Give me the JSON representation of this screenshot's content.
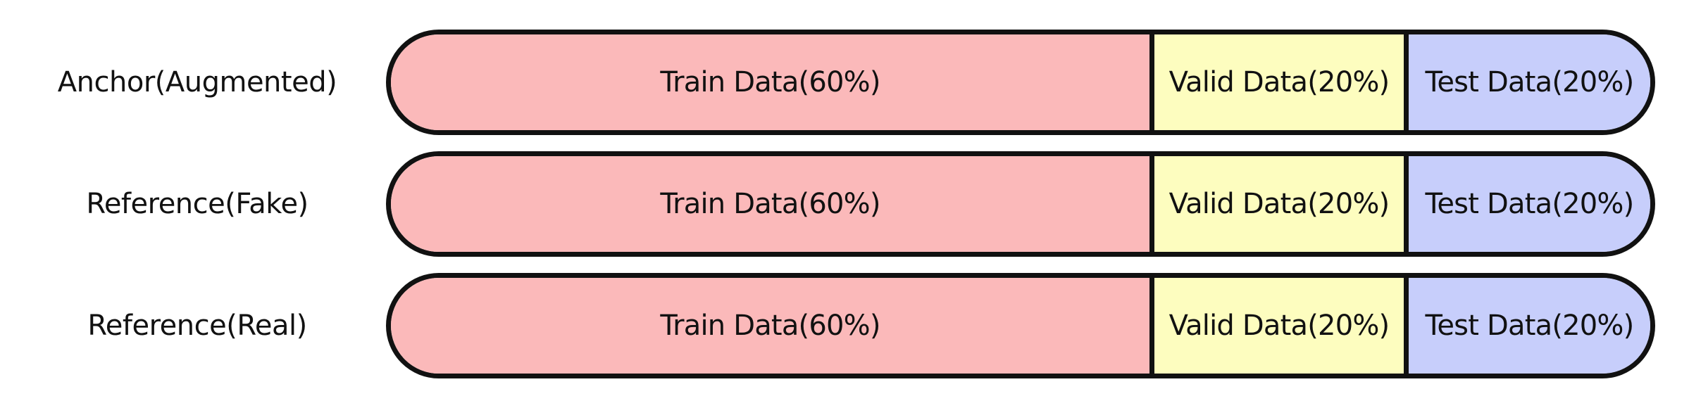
{
  "colors": {
    "train": "#fbb9ba",
    "valid": "#fdfdbf",
    "test": "#c7cefb",
    "outline": "#111111"
  },
  "rows": [
    {
      "label": "Anchor(Augmented)",
      "segments": {
        "train": "Train Data(60%)",
        "valid": "Valid Data(20%)",
        "test": "Test Data(20%)"
      }
    },
    {
      "label": "Reference(Fake)",
      "segments": {
        "train": "Train Data(60%)",
        "valid": "Valid Data(20%)",
        "test": "Test Data(20%)"
      }
    },
    {
      "label": "Reference(Real)",
      "segments": {
        "train": "Train Data(60%)",
        "valid": "Valid Data(20%)",
        "test": "Test Data(20%)"
      }
    }
  ]
}
